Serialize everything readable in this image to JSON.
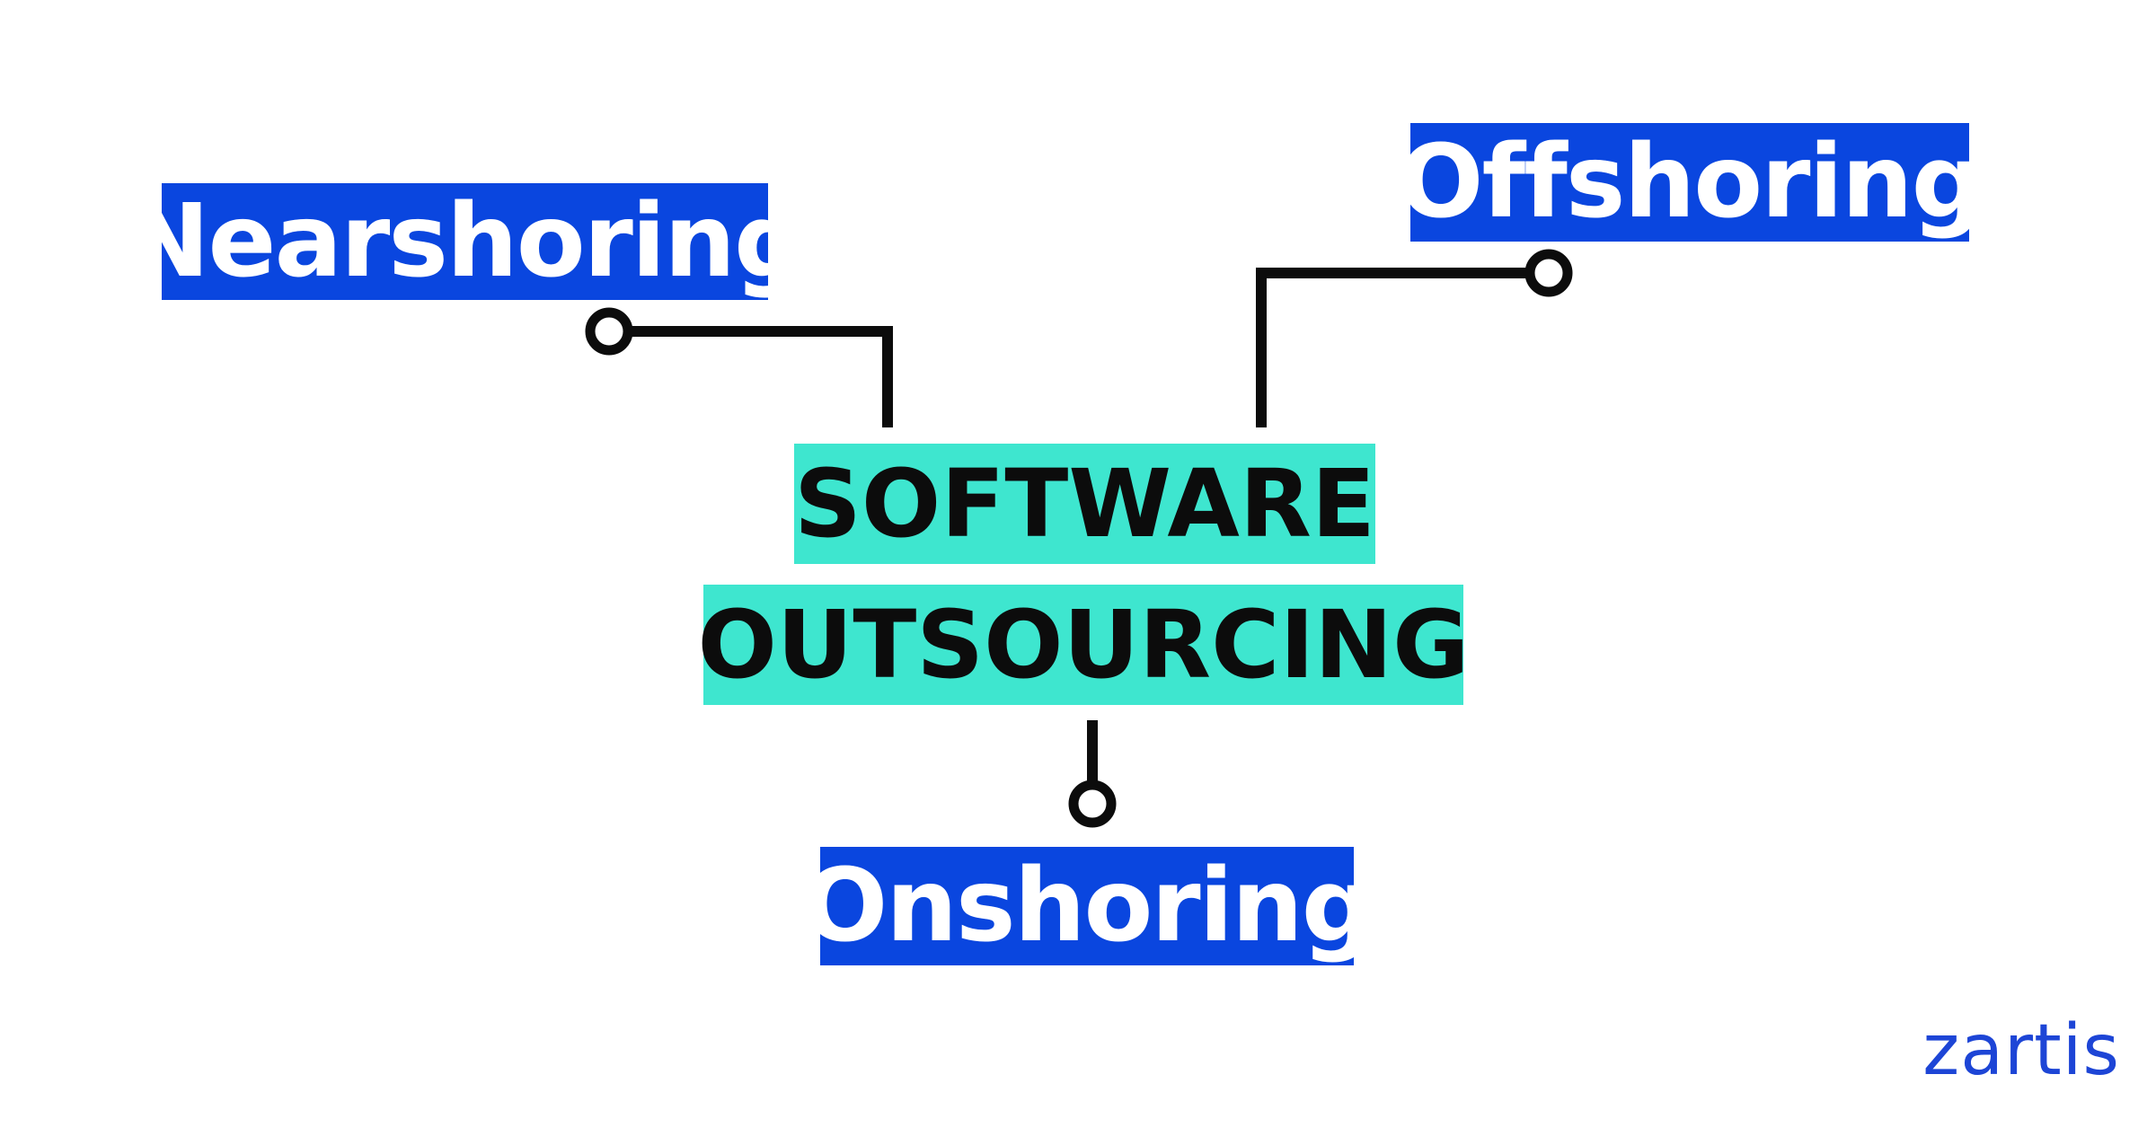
{
  "diagram": {
    "center": {
      "line1": "SOFTWARE",
      "line2": "OUTSOURCING"
    },
    "branches": {
      "nearshoring": "Nearshoring",
      "offshoring": "Offshoring",
      "onshoring": "Onshoring"
    }
  },
  "brand": {
    "logo_text": "zartis"
  },
  "colors": {
    "branch_background": "#0a46df",
    "branch_text": "#ffffff",
    "center_background": "#3ee6cf",
    "center_text": "#0c0c0c",
    "connector": "#0c0c0c",
    "logo": "#1d45d6",
    "page_background": "#ffffff"
  }
}
